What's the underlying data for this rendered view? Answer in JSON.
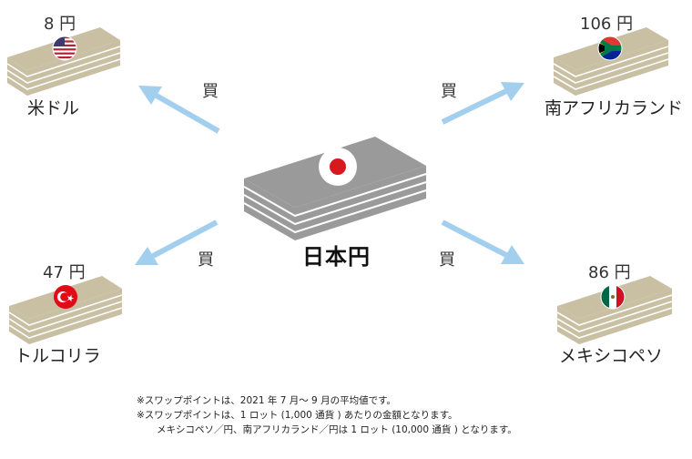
{
  "center": {
    "label": "日本円",
    "flag": "japan-flag"
  },
  "targets": [
    {
      "id": "usd",
      "amount": "8 円",
      "label": "米ドル",
      "flag": "usa-flag"
    },
    {
      "id": "zar",
      "amount": "106 円",
      "label": "南アフリカランド",
      "flag": "south-africa-flag"
    },
    {
      "id": "try",
      "amount": "47 円",
      "label": "トルコリラ",
      "flag": "turkey-flag"
    },
    {
      "id": "mxn",
      "amount": "86 円",
      "label": "メキシコペソ",
      "flag": "mexico-flag"
    }
  ],
  "buy_label": "買",
  "notes": [
    "※スワップポイントは、2021 年 7 月～ 9 月の平均値です。",
    "※スワップポイントは、1 ロット (1,000 通貨 ) あたりの金額となります。",
    "メキシコペソ／円、南アフリカランド／円は 1 ロット (10,000 通貨 ) となります。"
  ],
  "colors": {
    "arrow": "#a3cfee",
    "stack_tan": "#c9bfa3",
    "stack_gray": "#9a9a9a",
    "stack_line": "#ffffff",
    "japan_red": "#d7191f",
    "turkey_red": "#e30a17",
    "usa_red": "#b22234",
    "usa_blue": "#3c3b6e",
    "sa_green": "#007a4d",
    "sa_yellow": "#ffb612",
    "sa_red": "#de3831",
    "sa_blue": "#002395",
    "mx_green": "#006847",
    "mx_red": "#ce1126"
  }
}
